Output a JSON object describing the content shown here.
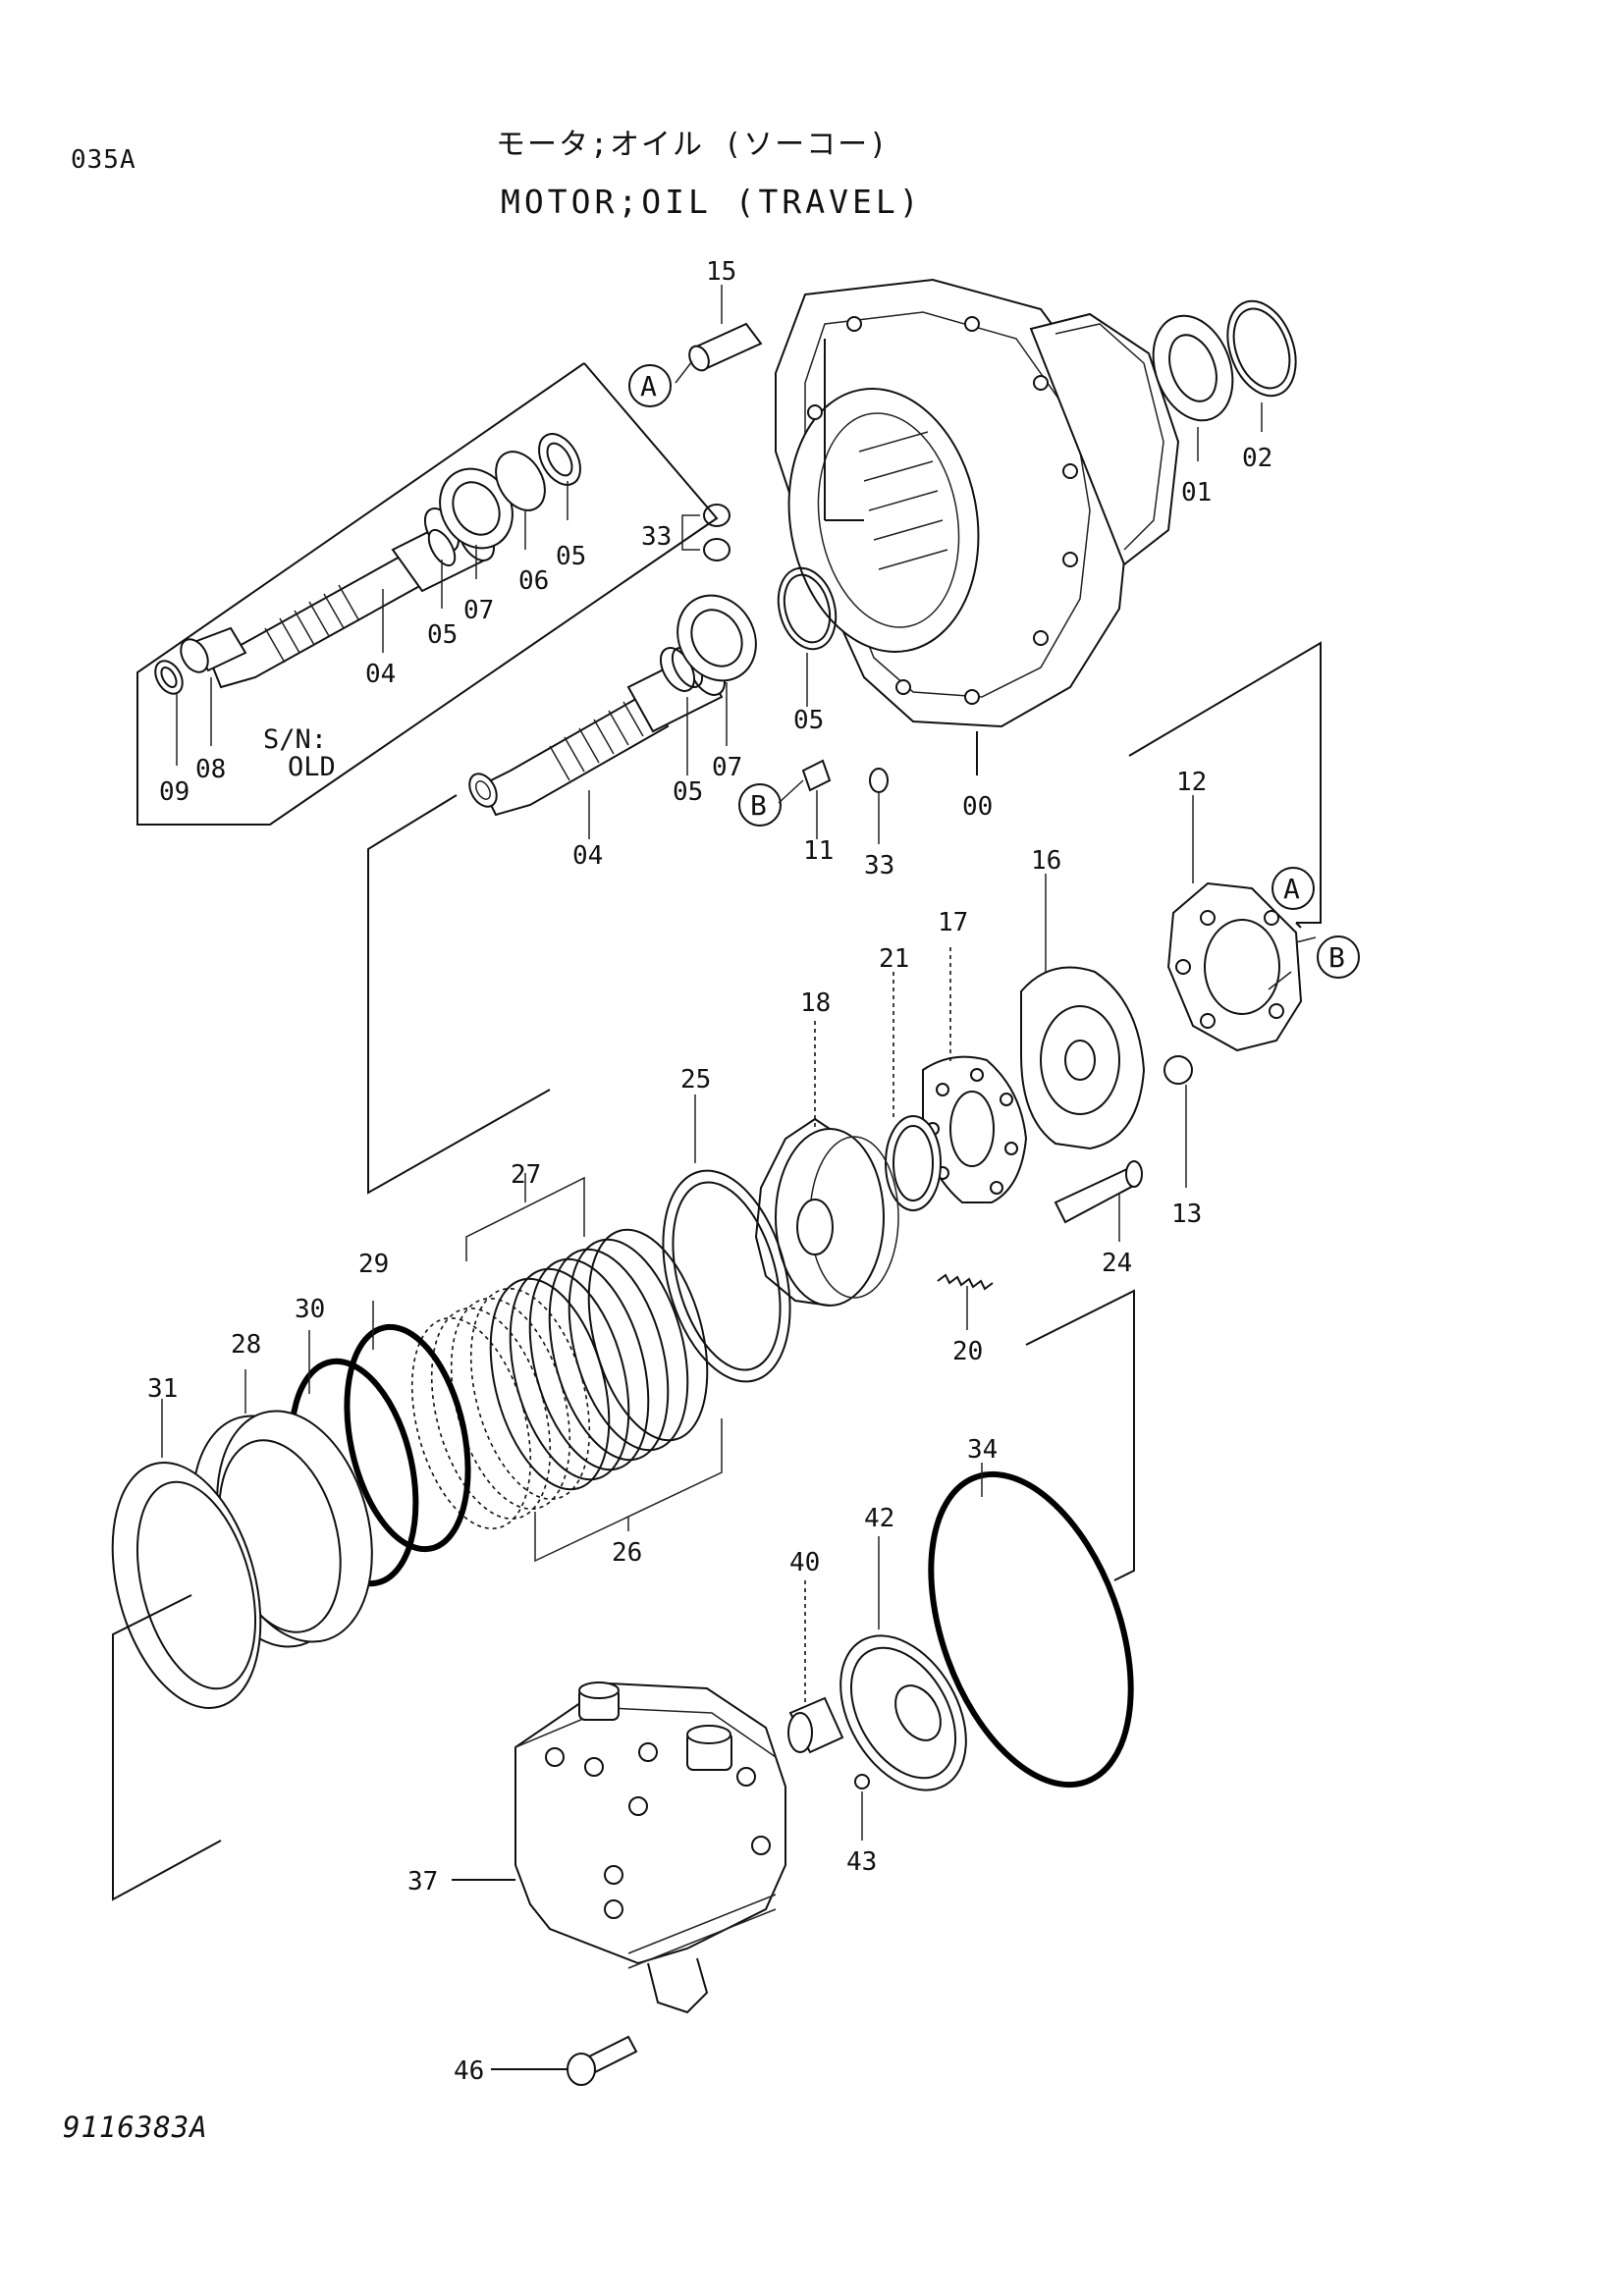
{
  "page_code": "035A",
  "title_jp": "モータ;オイル (ソーコー)",
  "title_en": "MOTOR;OIL (TRAVEL)",
  "drawing_number": "9116383A",
  "sn_note": {
    "line1": "S/N:",
    "line2": "OLD"
  },
  "callouts": {
    "a1": "A",
    "a2": "A",
    "b1": "B",
    "b2": "B"
  },
  "labels": {
    "p15": "15",
    "p33a": "33",
    "p01": "01",
    "p02": "02",
    "p04a": "04",
    "p05a": "05",
    "p07a": "07",
    "p06": "06",
    "p05b": "05",
    "p09": "09",
    "p08": "08",
    "p05c": "05",
    "p05d": "05",
    "p07b": "07",
    "p04b": "04",
    "p11": "11",
    "p33b": "33",
    "p00": "00",
    "p12": "12",
    "p16": "16",
    "p17": "17",
    "p21": "21",
    "p18": "18",
    "p25": "25",
    "p13": "13",
    "p24": "24",
    "p20": "20",
    "p27": "27",
    "p29": "29",
    "p30": "30",
    "p28": "28",
    "p31": "31",
    "p26": "26",
    "p34": "34",
    "p40": "40",
    "p42": "42",
    "p43": "43",
    "p37": "37",
    "p46": "46"
  }
}
